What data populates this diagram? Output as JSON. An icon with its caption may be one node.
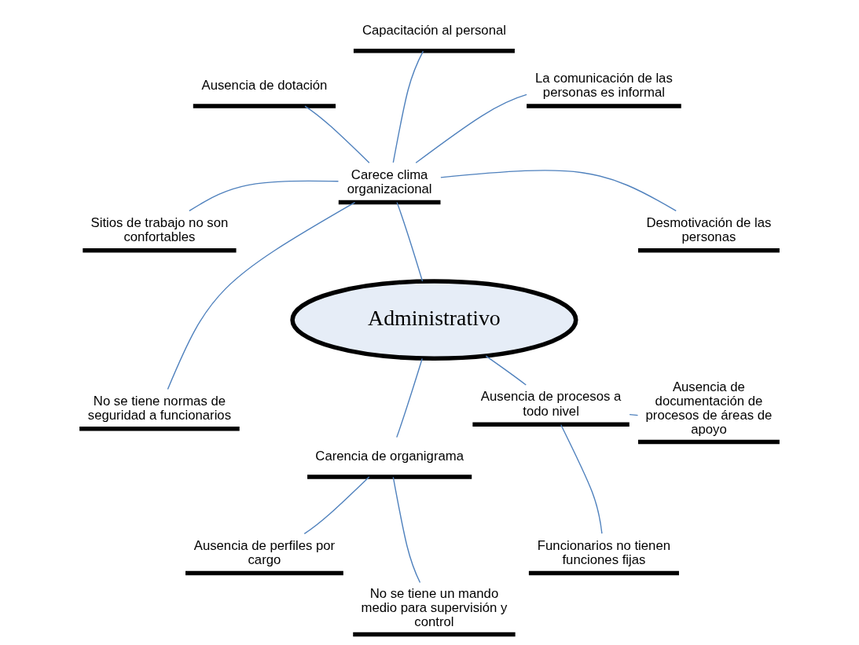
{
  "diagram": {
    "nodes": [
      {
        "text": [
          "Administrativo"
        ]
      },
      {
        "text": [
          "Carece clima organizacional"
        ]
      },
      {
        "text": [
          "Desmotivación de las personas"
        ]
      },
      {
        "text": [
          "La comunicación de las personas es informal"
        ]
      },
      {
        "text": [
          "Capacitación al personal"
        ]
      },
      {
        "text": [
          "Ausencia de dotación"
        ]
      },
      {
        "text": [
          "Sitios de trabajo no son confortables"
        ]
      },
      {
        "text": [
          "No se tiene normas de seguridad a funcionarios"
        ]
      },
      {
        "text": [
          "Carencia de organigrama"
        ]
      },
      {
        "text": [
          "Ausencia de perfiles por cargo"
        ]
      },
      {
        "text": [
          "No se tiene un mando medio para supervisión y control"
        ]
      },
      {
        "text": [
          "Ausencia de procesos a todo nivel"
        ]
      },
      {
        "text": [
          "Funcionarios no tienen funciones fijas"
        ]
      },
      {
        "text": [
          "Ausencia de documentación de procesos de áreas de apoyo"
        ]
      }
    ],
    "edges": [
      {
        "from": 0,
        "to": 1,
        "arrow": "none"
      },
      {
        "from": 1,
        "to": 2,
        "arrow": "none"
      },
      {
        "from": 1,
        "to": 3,
        "arrow": "none"
      },
      {
        "from": 1,
        "to": 4,
        "arrow": "none"
      },
      {
        "from": 1,
        "to": 5,
        "arrow": "none"
      },
      {
        "from": 1,
        "to": 6,
        "arrow": "none"
      },
      {
        "from": 1,
        "to": 7,
        "arrow": "none"
      },
      {
        "from": 0,
        "to": 8,
        "arrow": "none"
      },
      {
        "from": 8,
        "to": 9,
        "arrow": "none"
      },
      {
        "from": 8,
        "to": 10,
        "arrow": "none"
      },
      {
        "from": 0,
        "to": 11,
        "arrow": "none"
      },
      {
        "from": 11,
        "to": 12,
        "arrow": "none"
      },
      {
        "from": 11,
        "to": 13,
        "arrow": "none"
      }
    ]
  }
}
